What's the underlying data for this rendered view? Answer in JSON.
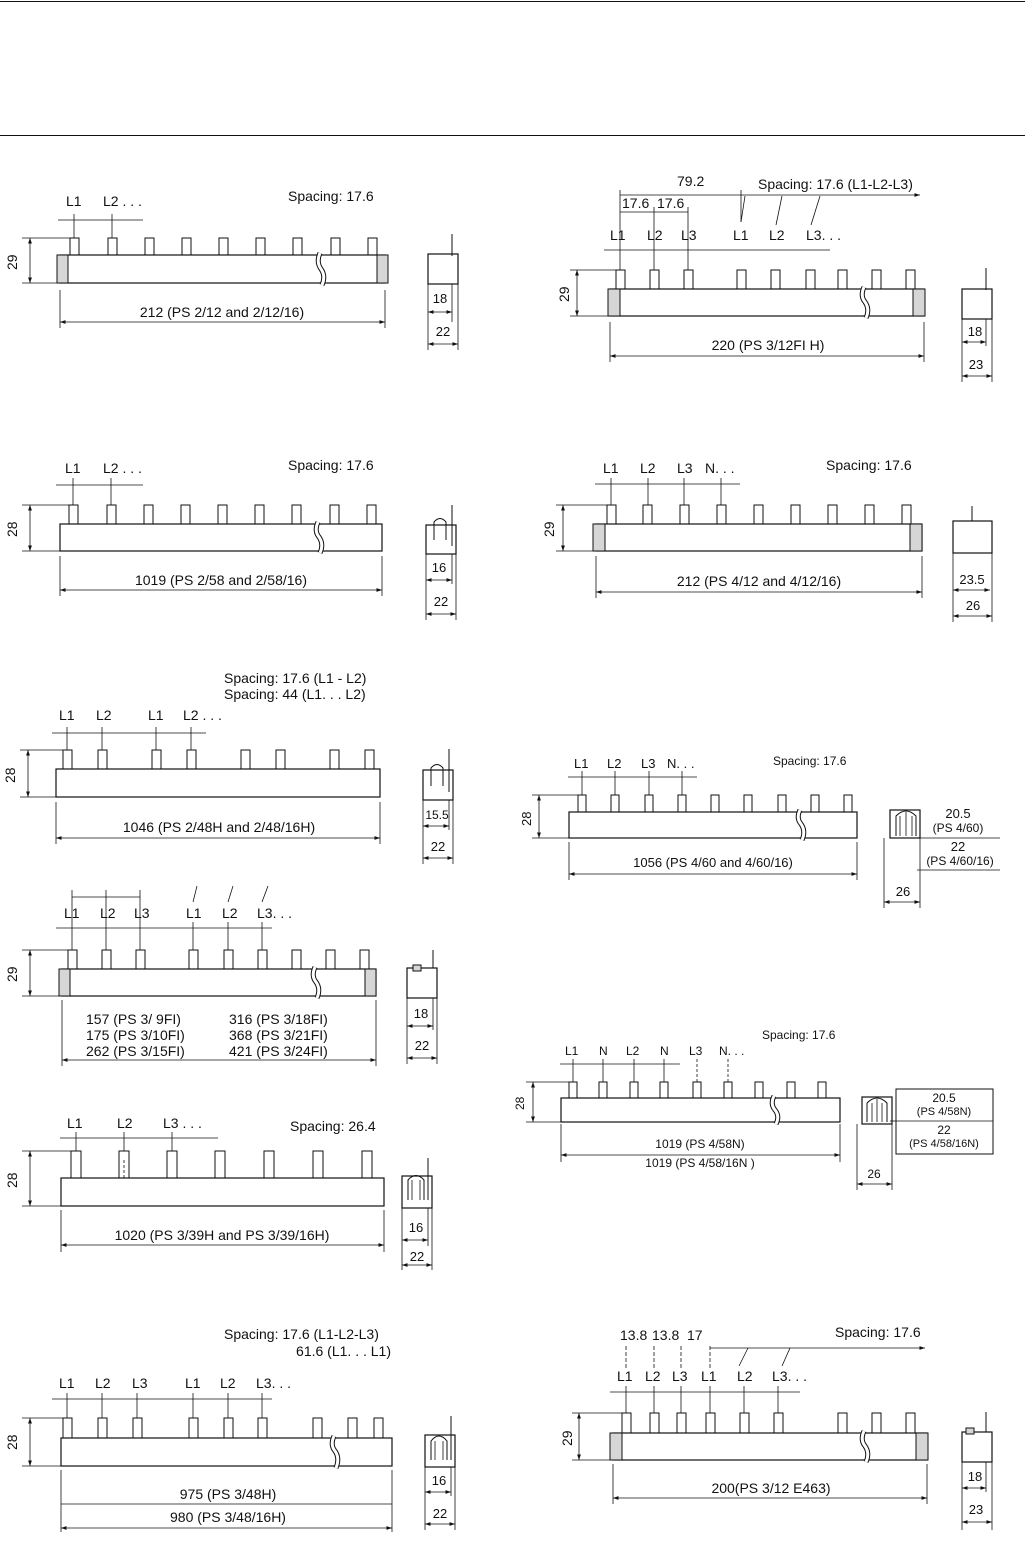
{
  "panels": [
    {
      "id": "p1",
      "spacing": [
        "Spacing: 17.6"
      ],
      "phase": [
        "L1",
        "L2 . . ."
      ],
      "length": [
        "212 (PS 2/12 and 2/12/16)"
      ],
      "height": "29",
      "side": [
        "18",
        "22"
      ]
    },
    {
      "id": "p2",
      "spacing": [
        "Spacing: 17.6 (L1-L2-L3)"
      ],
      "top": [
        "79.2",
        "17.6",
        "17.6"
      ],
      "phase": [
        "L1",
        "L2",
        "L3",
        "L1",
        "L2",
        "L3. . ."
      ],
      "length": [
        "220 (PS 3/12FI H)"
      ],
      "height": "29",
      "side": [
        "18",
        "23"
      ]
    },
    {
      "id": "p3",
      "spacing": [
        "Spacing: 17.6"
      ],
      "phase": [
        "L1",
        "L2 . . ."
      ],
      "length": [
        "1019 (PS 2/58 and 2/58/16)"
      ],
      "height": "28",
      "side": [
        "16",
        "22"
      ]
    },
    {
      "id": "p4",
      "spacing": [
        "Spacing: 17.6"
      ],
      "phase": [
        "L1",
        "L2",
        "L3",
        "N. . ."
      ],
      "length": [
        "212 (PS 4/12 and 4/12/16)"
      ],
      "height": "29",
      "side": [
        "23.5",
        "26"
      ]
    },
    {
      "id": "p5",
      "spacing": [
        "Spacing: 17.6 (L1 - L2)",
        "Spacing: 44 (L1. . . L2)"
      ],
      "phase": [
        "L1",
        "L2",
        "L1",
        "L2 . . ."
      ],
      "length": [
        "1046 (PS 2/48H and 2/48/16H)"
      ],
      "height": "28",
      "side": [
        "15.5",
        "22"
      ]
    },
    {
      "id": "p6",
      "spacing": [
        "Spacing: 17.6"
      ],
      "phase": [
        "L1",
        "L2",
        "L3",
        "N. . ."
      ],
      "length": [
        "1056 (PS 4/60 and 4/60/16)"
      ],
      "height": "28",
      "side": [
        "26"
      ],
      "side_notes": [
        "20.5",
        "(PS 4/60)",
        "22",
        "(PS 4/60/16)"
      ]
    },
    {
      "id": "p7",
      "spacing": [],
      "phase": [
        "L1",
        "L2",
        "L3",
        "L1",
        "L2",
        "L3. . ."
      ],
      "length": [
        "157 (PS 3/  9FI)",
        "175 (PS 3/10FI)",
        "262 (PS 3/15FI)",
        "316 (PS 3/18FI)",
        "368 (PS 3/21FI)",
        "421 (PS 3/24FI)"
      ],
      "height": "29",
      "side": [
        "18",
        "22"
      ]
    },
    {
      "id": "p8",
      "spacing": [
        "Spacing: 17.6"
      ],
      "phase": [
        "L1",
        "N",
        "L2",
        "N",
        "L3",
        "N. . ."
      ],
      "length": [
        "1019 (PS 4/58N)",
        "1019 (PS 4/58/16N )"
      ],
      "height": "28",
      "side": [
        "26"
      ],
      "side_notes": [
        "20.5",
        "(PS 4/58N)",
        "22",
        "(PS 4/58/16N)"
      ]
    },
    {
      "id": "p9",
      "spacing": [
        "Spacing: 26.4"
      ],
      "phase": [
        "L1",
        "L2",
        "L3 . . ."
      ],
      "length": [
        "1020 (PS 3/39H and PS 3/39/16H)"
      ],
      "height": "28",
      "side": [
        "16",
        "22"
      ]
    },
    {
      "id": "p10",
      "spacing": [
        "Spacing: 17.6 (L1-L2-L3)",
        "61.6 (L1. . . L1)"
      ],
      "phase": [
        "L1",
        "L2",
        "L3",
        "L1",
        "L2",
        "L3. . ."
      ],
      "length": [
        "975 (PS 3/48H)",
        "980 (PS 3/48/16H)"
      ],
      "height": "28",
      "side": [
        "16",
        "22"
      ]
    },
    {
      "id": "p11",
      "spacing": [
        "Spacing: 17.6"
      ],
      "top": [
        "13.8",
        "13.8",
        "17"
      ],
      "phase": [
        "L1",
        "L2",
        "L3",
        "L1",
        "L2",
        "L3. . ."
      ],
      "length": [
        "200(PS 3/12 E463)"
      ],
      "height": "29",
      "side": [
        "18",
        "23"
      ]
    }
  ]
}
